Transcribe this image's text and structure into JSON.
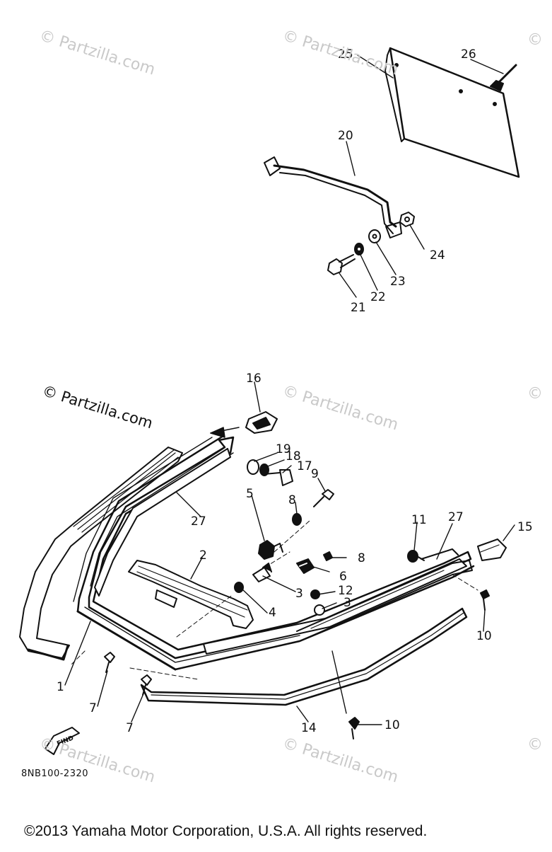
{
  "watermark": "Partzilla.com",
  "watermark_sym": "©",
  "watermark_strong": "© Partzilla.com",
  "part_number": "8NB100-2320",
  "find_arrow": "FIND",
  "copyright": "©2013 Yamaha Motor Corporation, U.S.A. All rights reserved.",
  "callouts": {
    "c1": "1",
    "c2": "2",
    "c3": "3",
    "c3b": "3",
    "c4": "4",
    "c5": "5",
    "c6": "6",
    "c7": "7",
    "c7b": "7",
    "c8": "8",
    "c8b": "8",
    "c9": "9",
    "c10": "10",
    "c10b": "10",
    "c11": "11",
    "c12": "12",
    "c14": "14",
    "c15": "15",
    "c16": "16",
    "c17": "17",
    "c18": "18",
    "c19": "19",
    "c20": "20",
    "c21": "21",
    "c22": "22",
    "c23": "23",
    "c24": "24",
    "c25": "25",
    "c26": "26",
    "c27": "27",
    "c27b": "27"
  }
}
